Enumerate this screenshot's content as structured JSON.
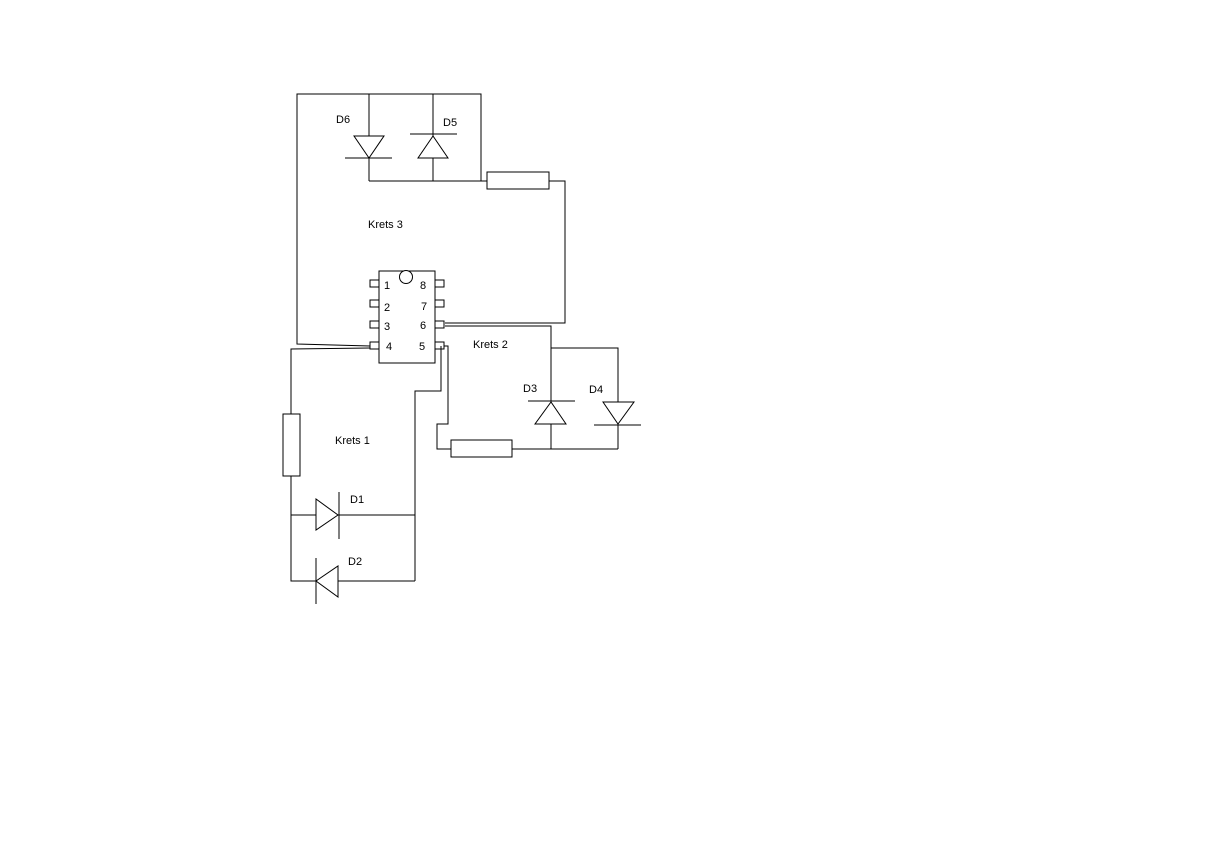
{
  "circuits": {
    "krets1": "Krets 1",
    "krets2": "Krets 2",
    "krets3": "Krets 3"
  },
  "diodes": {
    "d1": "D1",
    "d2": "D2",
    "d3": "D3",
    "d4": "D4",
    "d5": "D5",
    "d6": "D6"
  },
  "chip": {
    "pins": [
      "1",
      "2",
      "3",
      "4",
      "5",
      "6",
      "7",
      "8"
    ]
  }
}
